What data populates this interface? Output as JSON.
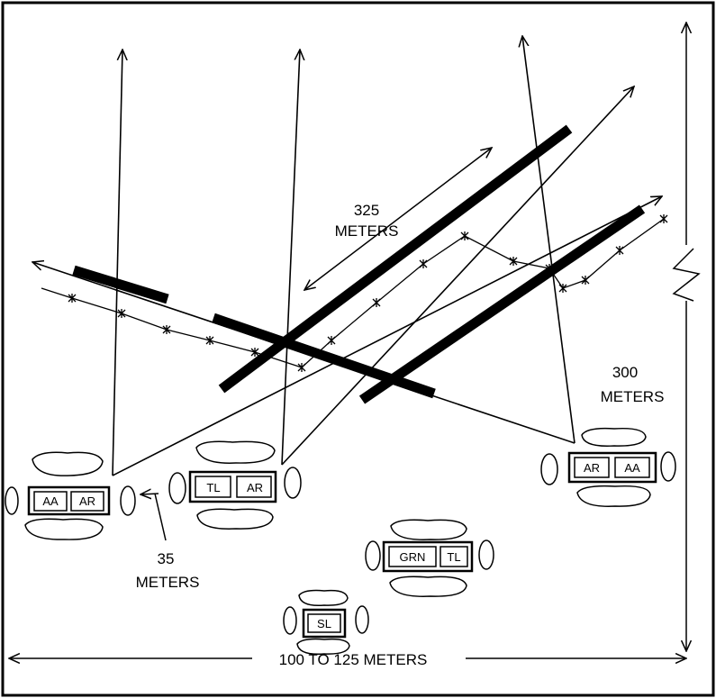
{
  "labels": {
    "dist_325_line1": "325",
    "dist_325_line2": "METERS",
    "dist_300_line1": "300",
    "dist_300_line2": "METERS",
    "dist_35_line1": "35",
    "dist_35_line2": "METERS",
    "frontage": "100 TO 125 METERS"
  },
  "positions": {
    "left_team": [
      "AA",
      "AR"
    ],
    "center_team": [
      "TL",
      "AR"
    ],
    "right_team": [
      "AR",
      "AA"
    ],
    "grenadier_team": [
      "GRN",
      "TL"
    ],
    "squad_leader": "SL"
  }
}
